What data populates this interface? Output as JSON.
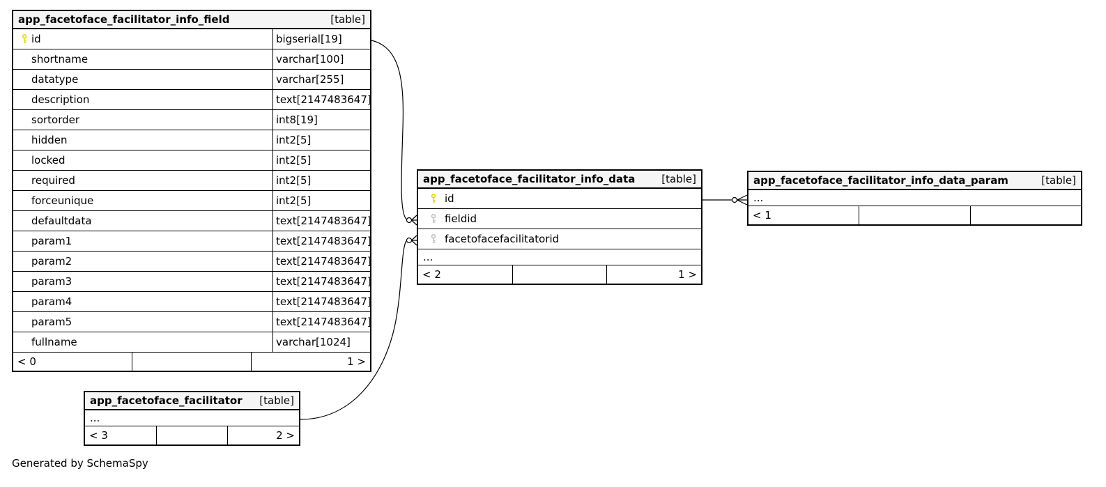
{
  "diagram": {
    "generated_by": "Generated by SchemaSpy"
  },
  "colors": {
    "primary_key": "#e8d900",
    "foreign_key": "#c0c0c0",
    "header_bg": "#f5f5f5",
    "border": "#000000",
    "background": "#ffffff"
  },
  "tables": {
    "info_field": {
      "name": "app_facetoface_facilitator_info_field",
      "type_label": "[table]",
      "columns": [
        {
          "name": "id",
          "type": "bigserial[19]",
          "key": "primary"
        },
        {
          "name": "shortname",
          "type": "varchar[100]",
          "key": ""
        },
        {
          "name": "datatype",
          "type": "varchar[255]",
          "key": ""
        },
        {
          "name": "description",
          "type": "text[2147483647]",
          "key": ""
        },
        {
          "name": "sortorder",
          "type": "int8[19]",
          "key": ""
        },
        {
          "name": "hidden",
          "type": "int2[5]",
          "key": ""
        },
        {
          "name": "locked",
          "type": "int2[5]",
          "key": ""
        },
        {
          "name": "required",
          "type": "int2[5]",
          "key": ""
        },
        {
          "name": "forceunique",
          "type": "int2[5]",
          "key": ""
        },
        {
          "name": "defaultdata",
          "type": "text[2147483647]",
          "key": ""
        },
        {
          "name": "param1",
          "type": "text[2147483647]",
          "key": ""
        },
        {
          "name": "param2",
          "type": "text[2147483647]",
          "key": ""
        },
        {
          "name": "param3",
          "type": "text[2147483647]",
          "key": ""
        },
        {
          "name": "param4",
          "type": "text[2147483647]",
          "key": ""
        },
        {
          "name": "param5",
          "type": "text[2147483647]",
          "key": ""
        },
        {
          "name": "fullname",
          "type": "varchar[1024]",
          "key": ""
        }
      ],
      "footer": {
        "left": "< 0",
        "right": "1 >"
      }
    },
    "info_data": {
      "name": "app_facetoface_facilitator_info_data",
      "type_label": "[table]",
      "columns": [
        {
          "name": "id",
          "key": "primary"
        },
        {
          "name": "fieldid",
          "key": "foreign"
        },
        {
          "name": "facetofacefacilitatorid",
          "key": "foreign"
        }
      ],
      "ellipsis": "...",
      "footer": {
        "left": "< 2",
        "right": "1 >"
      }
    },
    "info_data_param": {
      "name": "app_facetoface_facilitator_info_data_param",
      "type_label": "[table]",
      "ellipsis": "...",
      "footer": {
        "left": "< 1",
        "right": ""
      }
    },
    "facilitator": {
      "name": "app_facetoface_facilitator",
      "type_label": "[table]",
      "ellipsis": "...",
      "footer": {
        "left": "< 3",
        "right": "2 >"
      }
    }
  }
}
